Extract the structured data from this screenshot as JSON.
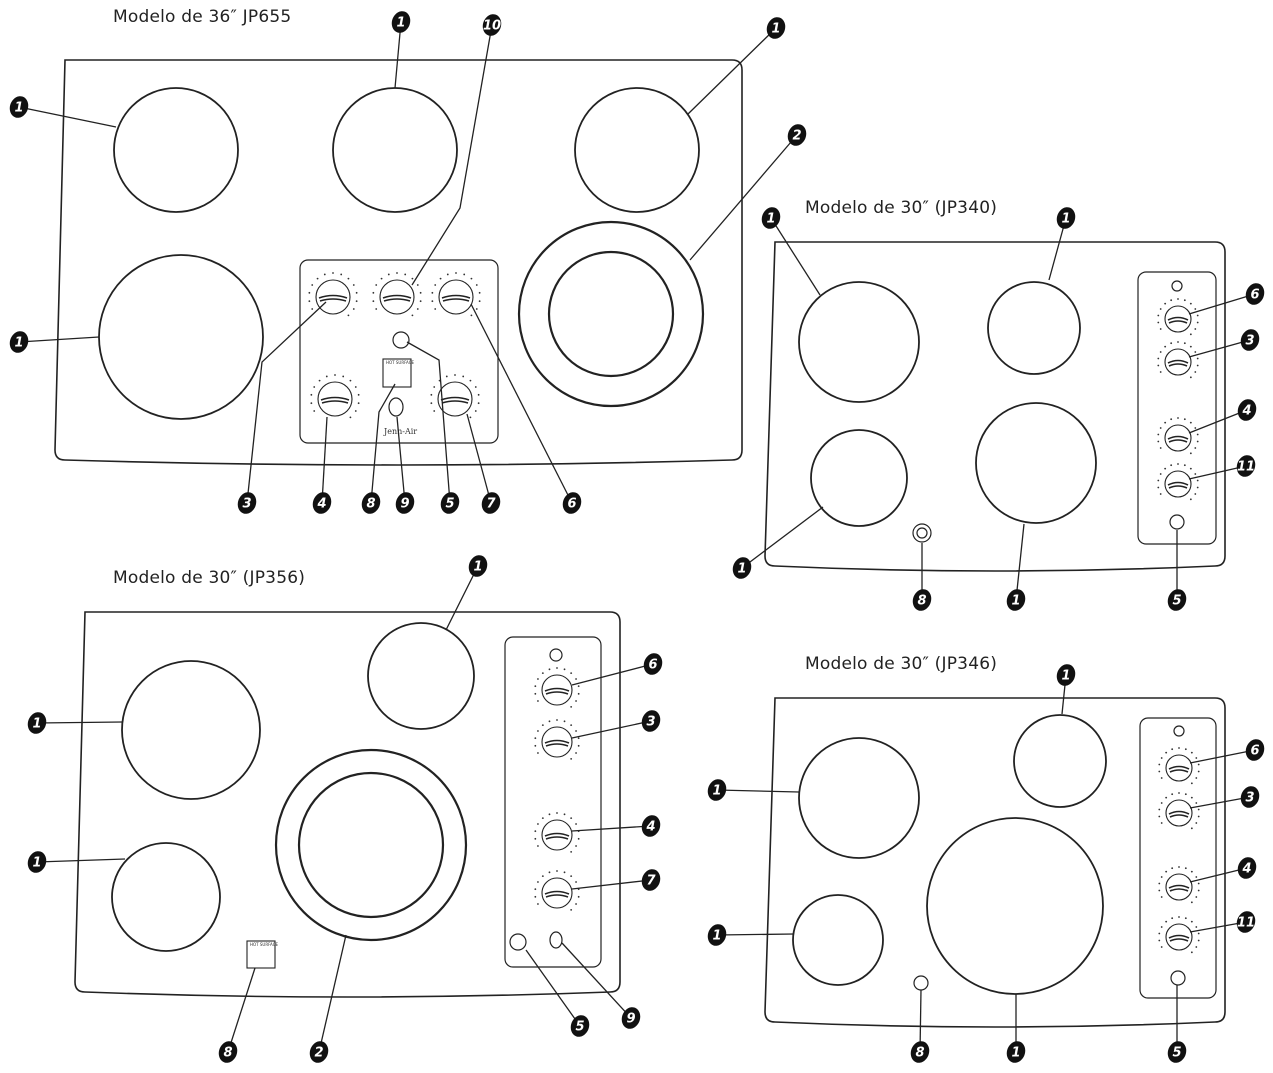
{
  "titles": {
    "jp655": "Modelo de 36″ JP655",
    "jp356": "Modelo de 30″ (JP356)",
    "jp340": "Modelo de 30″ (JP340)",
    "jp346": "Modelo de 30″ (JP346)"
  },
  "callout_labels": {
    "one": "1",
    "two": "2",
    "three": "3",
    "four": "4",
    "five": "5",
    "six": "6",
    "seven": "7",
    "eight": "8",
    "nine": "9",
    "ten": "10",
    "eleven": "11"
  },
  "logo_text": "Jenn-Air",
  "indicator_text": "HOT SURFACE",
  "colors": {
    "line": "#222222",
    "badge": "#111111",
    "background": "#ffffff"
  }
}
